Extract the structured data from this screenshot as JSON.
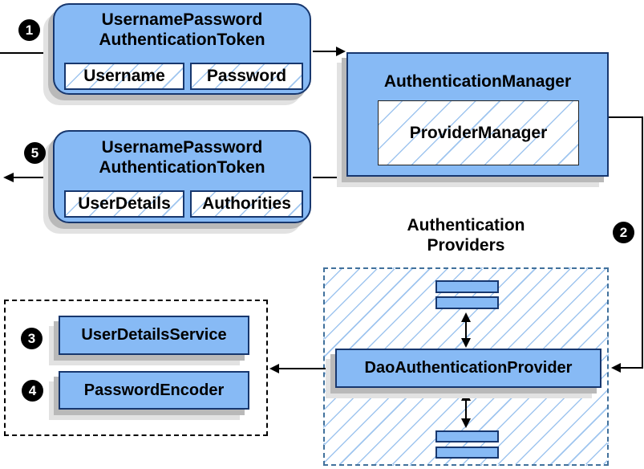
{
  "badges": {
    "step1": "1",
    "step2": "2",
    "step3": "3",
    "step4": "4",
    "step5": "5"
  },
  "token_request": {
    "title1": "UsernamePassword",
    "title2": "AuthenticationToken",
    "field1": "Username",
    "field2": "Password"
  },
  "authentication_manager": {
    "title": "AuthenticationManager",
    "inner": "ProviderManager"
  },
  "token_response": {
    "title1": "UsernamePassword",
    "title2": "AuthenticationToken",
    "field1": "UserDetails",
    "field2": "Authorities"
  },
  "providers": {
    "heading1": "Authentication",
    "heading2": "Providers",
    "dao": "DaoAuthenticationProvider"
  },
  "services": {
    "user_details_service": "UserDetailsService",
    "password_encoder": "PasswordEncoder"
  },
  "colors": {
    "box_fill": "#87baf5",
    "box_border": "#17376e",
    "hatch_line": "#9fc5ef",
    "providers_dash": "#41719c",
    "shadow_dark": "#b9b9b9",
    "shadow_light": "#e2e2e2",
    "arrow": "#000000"
  }
}
